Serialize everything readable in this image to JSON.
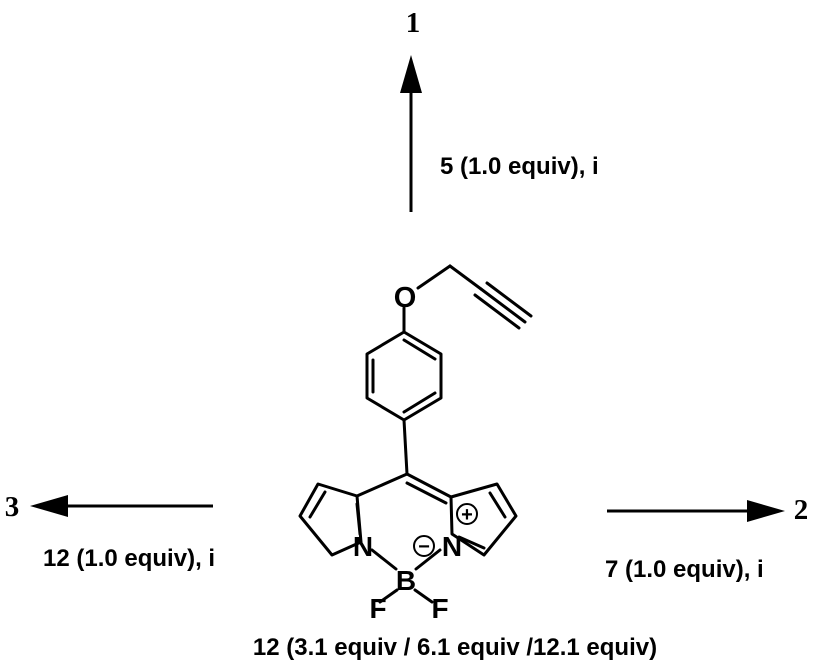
{
  "products": {
    "top": "1",
    "right": "2",
    "left": "3"
  },
  "conditions": {
    "top": "5 (1.0 equiv), i",
    "right": "7 (1.0 equiv), i",
    "left": "12 (1.0 equiv), i",
    "bottom": "12 (3.1 equiv / 6.1 equiv /12.1 equiv)"
  },
  "atoms": {
    "oxygen": "O",
    "n_left": "N",
    "n_right": "N",
    "boron": "B",
    "f_left": "F",
    "f_right": "F",
    "minus": "−",
    "plus": "+"
  }
}
